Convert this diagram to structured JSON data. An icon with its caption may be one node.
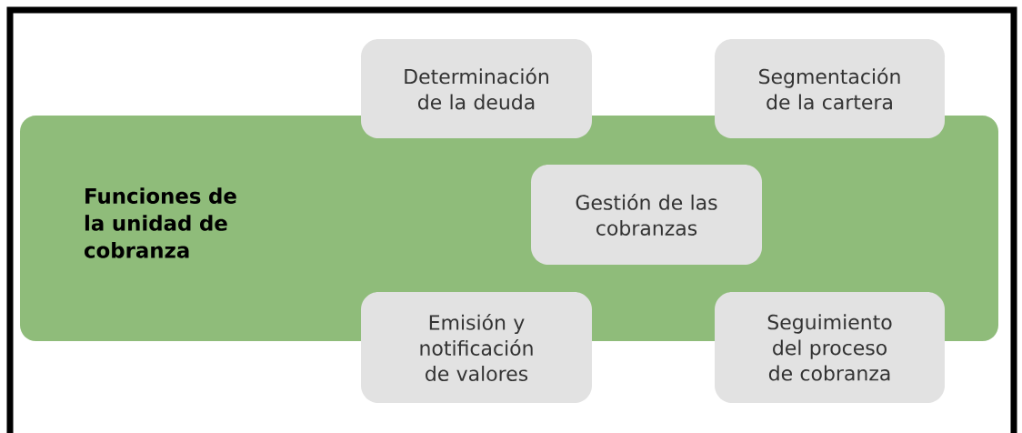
{
  "diagram": {
    "nodes": [
      {
        "text": [
          "Funciones de la unidad de cobranza"
        ]
      },
      {
        "text": [
          "Determinación de la deuda"
        ]
      },
      {
        "text": [
          "Segmentación de la cartera"
        ]
      },
      {
        "text": [
          "Gestión de las cobranzas"
        ],
        "in": 0
      },
      {
        "text": [
          "Emisión y notificación de valores"
        ]
      },
      {
        "text": [
          "Seguimiento del proceso de cobranza"
        ]
      }
    ]
  }
}
